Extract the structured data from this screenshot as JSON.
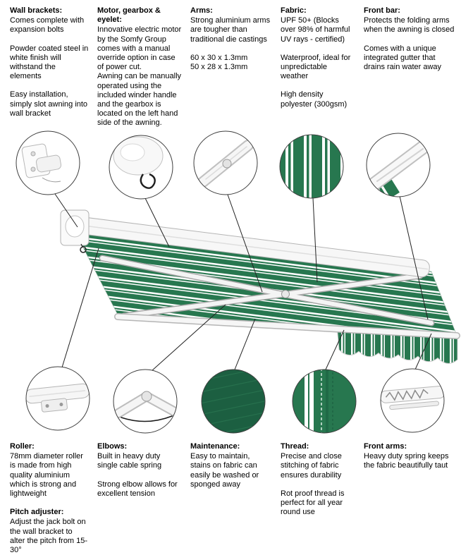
{
  "top_features": [
    {
      "title": "Wall brackets:",
      "paragraphs": [
        "Comes complete with expansion bolts",
        "Powder coated steel in white finish will withstand the elements",
        "Easy installation, simply slot awning into wall bracket"
      ]
    },
    {
      "title": "Motor, gearbox & eyelet:",
      "paragraphs": [
        "Innovative electric motor by the Somfy Group comes with a manual override option in case of power cut.\nAwning can be manually operated using the included winder handle and the gearbox is located on the left hand side of the awning."
      ]
    },
    {
      "title": "Arms:",
      "paragraphs": [
        "Strong aluminium arms are tougher than traditional die castings",
        "60 x 30 x 1.3mm\n50 x 28 x 1.3mm"
      ]
    },
    {
      "title": "Fabric:",
      "paragraphs": [
        "UPF 50+ (Blocks over 98% of harmful UV rays - certified)",
        "Waterproof, ideal for unpredictable weather",
        "High density polyester (300gsm)"
      ]
    },
    {
      "title": "Front bar:",
      "paragraphs": [
        "Protects the folding arms when the awning is closed",
        "Comes with a unique integrated gutter that drains rain water away"
      ]
    }
  ],
  "bottom_features": [
    {
      "title": "Roller:",
      "paragraphs": [
        "78mm diameter roller is made from high quality aluminium which is strong and lightweight"
      ]
    },
    {
      "title": "Pitch adjuster:",
      "paragraphs": [
        "Adjust the jack bolt on the wall bracket to alter the pitch from 15-30°"
      ]
    },
    {
      "title": "Elbows:",
      "paragraphs": [
        "Built in heavy duty single cable spring",
        "Strong elbow allows for excellent tension"
      ]
    },
    {
      "title": "Maintenance:",
      "paragraphs": [
        "Easy to maintain, stains on fabric can easily be washed or sponged away"
      ]
    },
    {
      "title": "Thread:",
      "paragraphs": [
        "Precise and close stitching of fabric ensures durability",
        "Rot proof thread is perfect for all year round use"
      ]
    },
    {
      "title": "Front arms:",
      "paragraphs": [
        "Heavy duty spring keeps the fabric beautifully taut"
      ]
    }
  ],
  "callouts": [
    "wall-bracket-detail",
    "motor-eyelet-detail",
    "arm-detail",
    "fabric-detail",
    "front-bar-detail",
    "roller-detail",
    "elbow-detail",
    "maintenance-fabric-detail",
    "thread-stitching-detail",
    "front-arm-spring-detail"
  ],
  "colors": {
    "fabric_green": "#27774f",
    "fabric_green_dark": "#1c5f41",
    "stripe_white": "#ffffff",
    "frame_outline": "#b5b5b5",
    "callout_line": "#222222",
    "circle_border": "#3f3f3f"
  }
}
